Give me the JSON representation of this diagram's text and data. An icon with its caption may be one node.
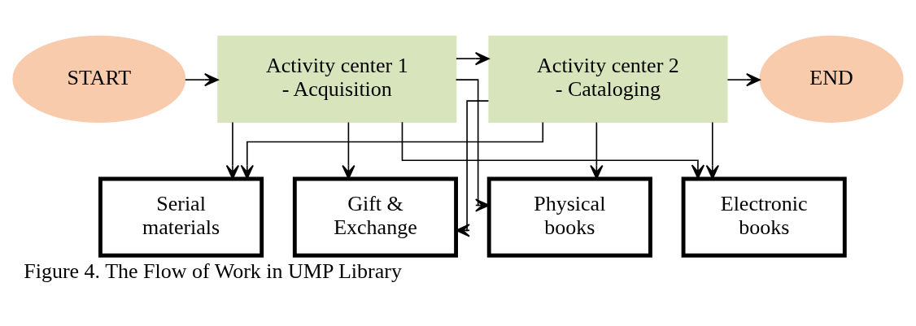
{
  "diagram": {
    "caption": "Figure 4. The Flow of Work in UMP Library",
    "nodes": [
      {
        "text": [
          "START"
        ]
      },
      {
        "text": [
          "Activity center 1 - Acquisition"
        ]
      },
      {
        "text": [
          "Activity center 2 - Cataloging"
        ]
      },
      {
        "text": [
          "END"
        ]
      },
      {
        "text": [
          "Physical books"
        ]
      },
      {
        "text": [
          "Electronic books"
        ]
      },
      {
        "text": [
          "Serial materials"
        ]
      },
      {
        "text": [
          "Gift & Exchange"
        ]
      }
    ],
    "edges": [
      {
        "from": 0,
        "to": 1,
        "arrow": "to"
      },
      {
        "from": 1,
        "to": 2,
        "arrow": "to"
      },
      {
        "from": 2,
        "to": 3,
        "arrow": "to"
      },
      {
        "from": 1,
        "to": 4,
        "arrow": "to"
      },
      {
        "from": 1,
        "to": 5,
        "arrow": "to"
      },
      {
        "from": 1,
        "to": 6,
        "arrow": "to"
      },
      {
        "from": 1,
        "to": 7,
        "arrow": "to"
      },
      {
        "from": 2,
        "to": 4,
        "arrow": "to"
      },
      {
        "from": 2,
        "to": 5,
        "arrow": "to"
      },
      {
        "from": 2,
        "to": 6,
        "arrow": "to"
      },
      {
        "from": 2,
        "to": 7,
        "arrow": "to"
      }
    ]
  }
}
